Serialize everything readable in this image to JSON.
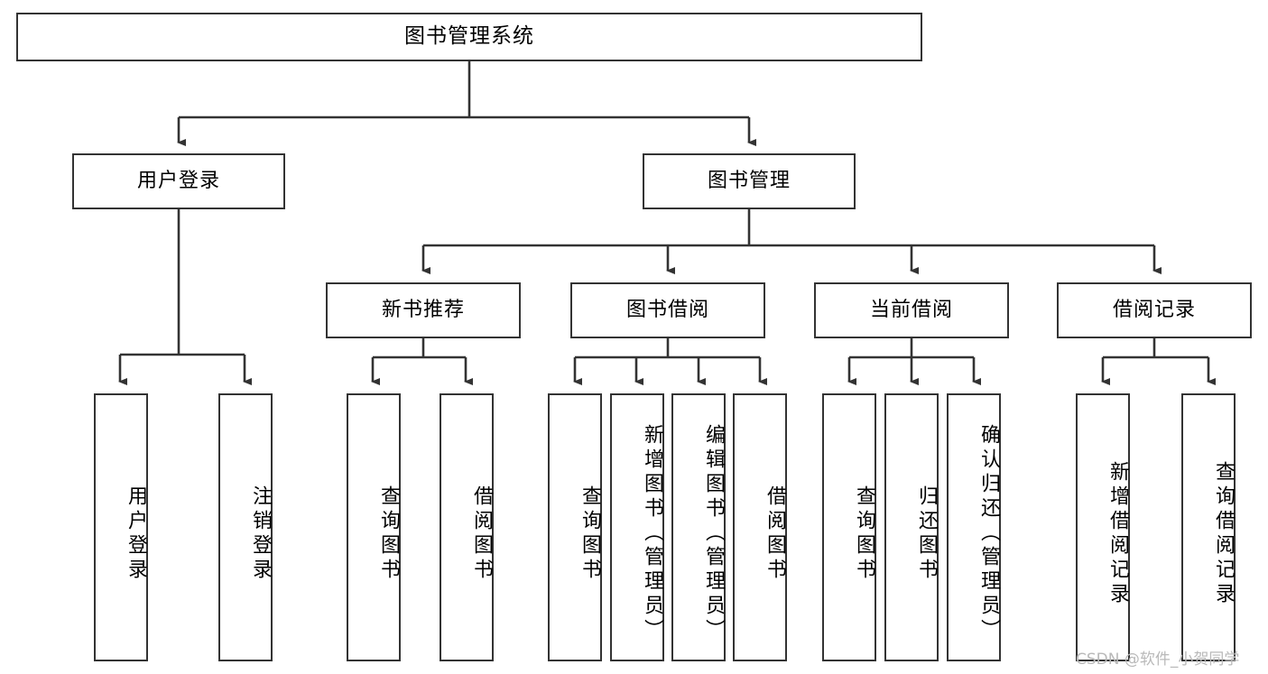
{
  "diagram": {
    "title": "图书管理系统",
    "type": "tree-hierarchy",
    "root": {
      "label": "图书管理系统"
    },
    "level2": [
      {
        "label": "用户登录"
      },
      {
        "label": "图书管理"
      }
    ],
    "level3": [
      {
        "label": "新书推荐"
      },
      {
        "label": "图书借阅"
      },
      {
        "label": "当前借阅"
      },
      {
        "label": "借阅记录"
      }
    ],
    "leaves": {
      "user_login": [
        {
          "label": "用户登录"
        },
        {
          "label": "注销登录"
        }
      ],
      "new_book_recommend": [
        {
          "label": "查询图书"
        },
        {
          "label": "借阅图书"
        }
      ],
      "book_borrow": [
        {
          "label": "查询图书"
        },
        {
          "label": "新增图书（管理员）"
        },
        {
          "label": "编辑图书（管理员）"
        },
        {
          "label": "借阅图书"
        }
      ],
      "current_borrow": [
        {
          "label": "查询图书"
        },
        {
          "label": "归还图书"
        },
        {
          "label": "确认归还（管理员）"
        }
      ],
      "borrow_record": [
        {
          "label": "新增借阅记录"
        },
        {
          "label": "查询借阅记录"
        }
      ]
    }
  },
  "watermark": {
    "text": "CSDN @软件_小贺同学"
  },
  "colors": {
    "stroke": "#333333",
    "box_fill": "#ffffff",
    "text": "#000000",
    "watermark": "#b9b9b9"
  }
}
